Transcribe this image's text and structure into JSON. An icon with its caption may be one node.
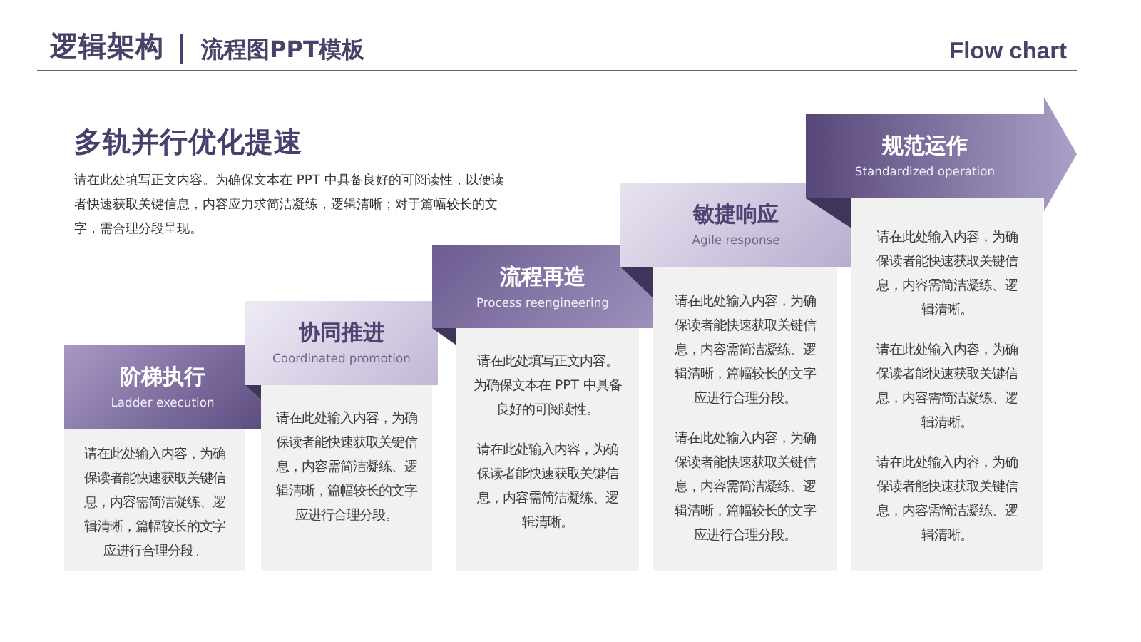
{
  "diagram": {
    "title": "逻辑架构",
    "nodes": [
      {
        "text": [
          "阶梯执行",
          "Ladder execution"
        ]
      },
      {
        "text": [
          "请在此处输入内容，为确保读者能快速获取关键信息，内容需简洁凝练、逻辑清晰，篇幅较长的文字应进行合理分段。"
        ]
      },
      {
        "text": [
          "协同推进",
          "Coordinated promotion"
        ]
      },
      {
        "text": [
          "请在此处输入内容，为确保读者能快速获取关键信息，内容需简洁凝练、逻辑清晰，篇幅较长的文字应进行合理分段。"
        ]
      },
      {
        "text": [
          "流程再造",
          "Process reengineering"
        ]
      },
      {
        "text": [
          "请在此处填写正文内容。为确保文本在 PPT 中具备良好的可阅读性。",
          "请在此处输入内容，为确保读者能快速获取关键信息，内容需简洁凝练、逻辑清晰。"
        ]
      },
      {
        "text": [
          "敏捷响应",
          "Agile response"
        ]
      },
      {
        "text": [
          "请在此处输入内容，为确保读者能快速获取关键信息，内容需简洁凝练、逻辑清晰，篇幅较长的文字应进行合理分段。",
          "请在此处输入内容，为确保读者能快速获取关键信息，内容需简洁凝练、逻辑清晰，篇幅较长的文字应进行合理分段。"
        ]
      },
      {
        "text": [
          "规范运作",
          "Standardized operation"
        ]
      },
      {
        "text": [
          "请在此处输入内容，为确保读者能快速获取关键信息，内容需简洁凝练、逻辑清晰。",
          "请在此处输入内容，为确保读者能快速获取关键信息，内容需简洁凝练、逻辑清晰。",
          "请在此处输入内容，为确保读者能快速获取关键信息，内容需简洁凝练、逻辑清晰。"
        ]
      }
    ],
    "labels": [
      "流程图PPT模板",
      "Flow chart",
      "多轨并行优化提速",
      "请在此处填写正文内容。为确保文本在 PPT 中具备良好的可阅读性，以便读者快速获取关键信息，内容应力求简洁凝练，逻辑清晰；对于篇幅较长的文字，需合理分段呈现。"
    ]
  }
}
